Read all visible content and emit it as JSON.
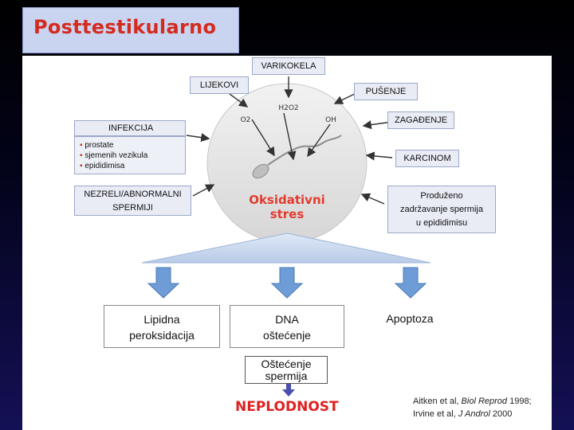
{
  "title": "Posttestikularno",
  "diagram": {
    "sources": {
      "varikokela": "VARIKOKELA",
      "lijekovi": "LIJEKOVI",
      "pusenje": "PUŠENJE",
      "zagadenje": "ZAGAĐENJE",
      "karcinom": "KARCINOM"
    },
    "infekcija": {
      "label": "INFEKCIJA",
      "items": [
        "prostate",
        "sjemenih vezikula",
        "epididimisa"
      ]
    },
    "nezreli": [
      "NEZRELI/ABNORMALNI",
      "SPERMIJI"
    ],
    "produzeno": [
      "Produženo",
      "zadržavanje spermija",
      "u epididimisu"
    ],
    "center": {
      "h2o2": "H2O2",
      "o2": "O2",
      "oh": "OH",
      "title": [
        "Oksidativni",
        "stres"
      ]
    },
    "effects": {
      "lipidna": [
        "Lipidna",
        "peroksidacija"
      ],
      "dna": [
        "DNA",
        "oštećenje"
      ],
      "apoptoza": "Apoptoza"
    },
    "ostecenje": [
      "Oštećenje",
      "spermija"
    ],
    "neplodnost": "NEPLODNOST",
    "citations": {
      "line1_pre": "Aitken et al, ",
      "line1_journal": "Biol Reprod",
      "line1_post": " 1998;",
      "line2_pre": "Irvine et al, ",
      "line2_journal": "J Androl",
      "line2_post": " 2000"
    }
  },
  "colors": {
    "title_red": "#d42b1f",
    "arrow_blue": "#6e9cd6",
    "oxidative_red": "#e23b2e"
  }
}
